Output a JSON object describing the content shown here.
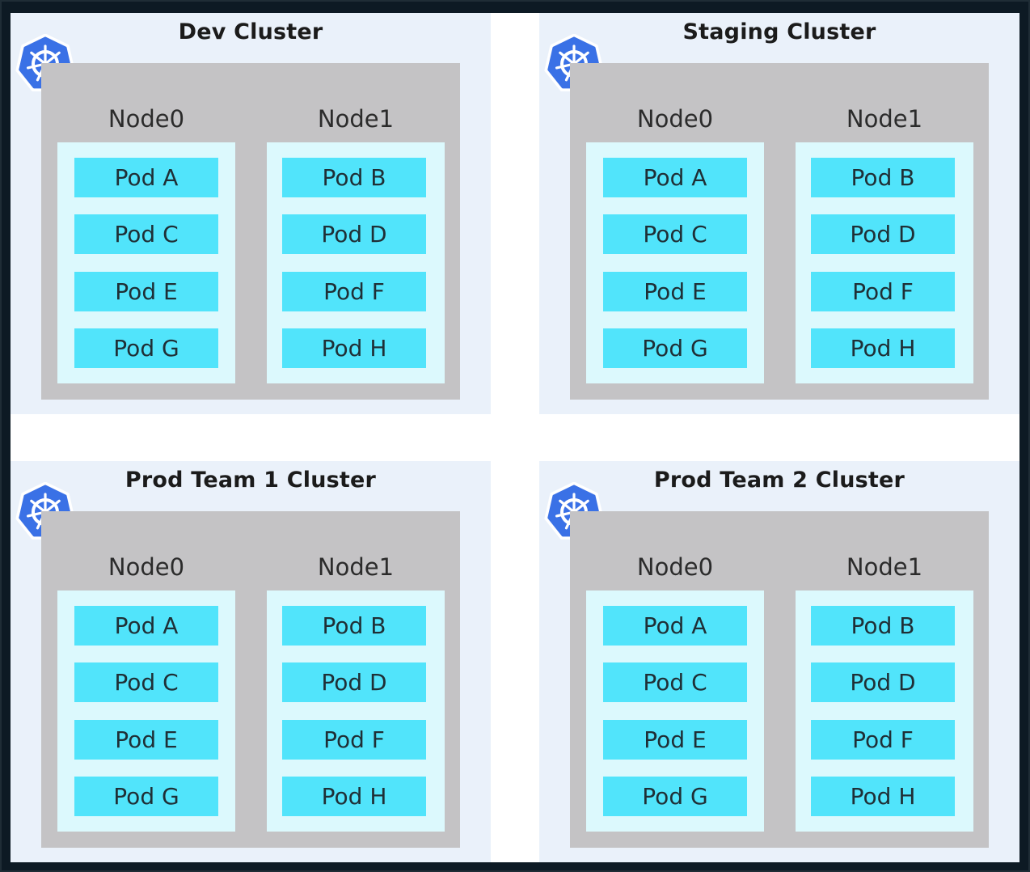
{
  "colors": {
    "outer_frame": "#0d1a24",
    "cluster_background": "#eaf1fa",
    "cluster_box": "#c4c3c5",
    "node_box": "#dcf9fd",
    "pod": "#51e4fb",
    "kubernetes_logo": "#3a71e6"
  },
  "clusters": [
    {
      "title": "Dev Cluster",
      "icon": "kubernetes-icon",
      "nodes": [
        {
          "label": "Node0",
          "pods": [
            "Pod A",
            "Pod C",
            "Pod E",
            "Pod G"
          ]
        },
        {
          "label": "Node1",
          "pods": [
            "Pod B",
            "Pod D",
            "Pod F",
            "Pod H"
          ]
        }
      ]
    },
    {
      "title": "Staging Cluster",
      "icon": "kubernetes-icon",
      "nodes": [
        {
          "label": "Node0",
          "pods": [
            "Pod A",
            "Pod C",
            "Pod E",
            "Pod G"
          ]
        },
        {
          "label": "Node1",
          "pods": [
            "Pod B",
            "Pod D",
            "Pod F",
            "Pod H"
          ]
        }
      ]
    },
    {
      "title": "Prod Team 1 Cluster",
      "icon": "kubernetes-icon",
      "nodes": [
        {
          "label": "Node0",
          "pods": [
            "Pod A",
            "Pod C",
            "Pod E",
            "Pod G"
          ]
        },
        {
          "label": "Node1",
          "pods": [
            "Pod B",
            "Pod D",
            "Pod F",
            "Pod H"
          ]
        }
      ]
    },
    {
      "title": "Prod Team 2 Cluster",
      "icon": "kubernetes-icon",
      "nodes": [
        {
          "label": "Node0",
          "pods": [
            "Pod A",
            "Pod C",
            "Pod E",
            "Pod G"
          ]
        },
        {
          "label": "Node1",
          "pods": [
            "Pod B",
            "Pod D",
            "Pod F",
            "Pod H"
          ]
        }
      ]
    }
  ]
}
